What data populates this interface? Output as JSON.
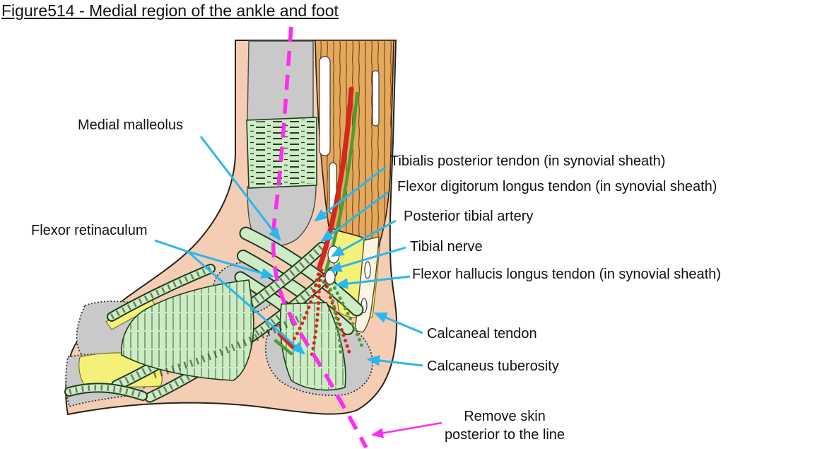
{
  "figure": {
    "title": "Figure514 - Medial region of the ankle and foot",
    "labels": {
      "medial_malleolus": "Medial malleolus",
      "flexor_retinaculum": "Flexor retinaculum",
      "tibialis_posterior": "Tibialis posterior tendon (in synovial sheath)",
      "flexor_digitorum": "Flexor digitorum longus tendon (in synovial sheath)",
      "posterior_tibial_artery": "Posterior tibial artery",
      "tibial_nerve": "Tibial nerve",
      "flexor_hallucis": "Flexor hallucis longus tendon (in synovial sheath)",
      "calcaneal_tendon": "Calcaneal tendon",
      "calcaneus_tuberosity": "Calcaneus tuberosity",
      "remove_skin_line1": "Remove skin",
      "remove_skin_line2": "posterior to the line"
    },
    "colors": {
      "leader": "#29B8EC",
      "cut_line": "#FF2BF0",
      "artery": "#D3291D",
      "nerve": "#4F9C33",
      "skin": "#F5CDB4",
      "bone": "#C9C9C9",
      "tendon_sheath": "#CDEBC4",
      "muscle": "#E3A95F",
      "fat": "#F5F078",
      "outline": "#2A2218",
      "text": "#111111"
    }
  }
}
